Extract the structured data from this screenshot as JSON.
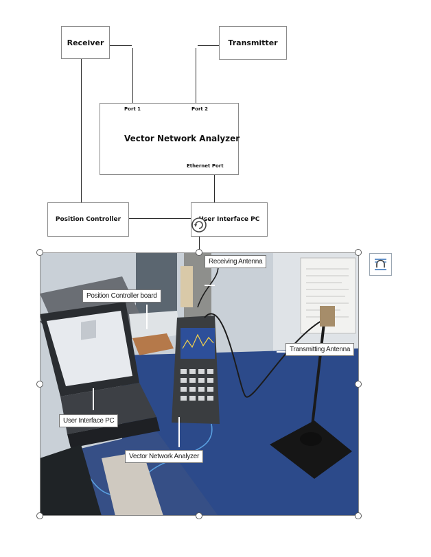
{
  "diagram": {
    "receiver": "Receiver",
    "transmitter": "Transmitter",
    "vna_title": "Vector Network Analyzer",
    "port1": "Port 1",
    "port2": "Port 2",
    "ethernet_port": "Ethernet Port",
    "position_controller": "Position Controller",
    "user_interface_pc": "User Interface PC"
  },
  "photo": {
    "labels": {
      "receiving_antenna": "Receiving Antenna",
      "position_controller_board": "Position Controller board",
      "transmitting_antenna": "Transmitting Antenna",
      "user_interface_pc": "User Interface PC",
      "vector_network_analyzer": "Vector Network Analyzer"
    }
  },
  "icons": {
    "rotate": "rotate-icon",
    "layout_options": "layout-options-icon"
  }
}
